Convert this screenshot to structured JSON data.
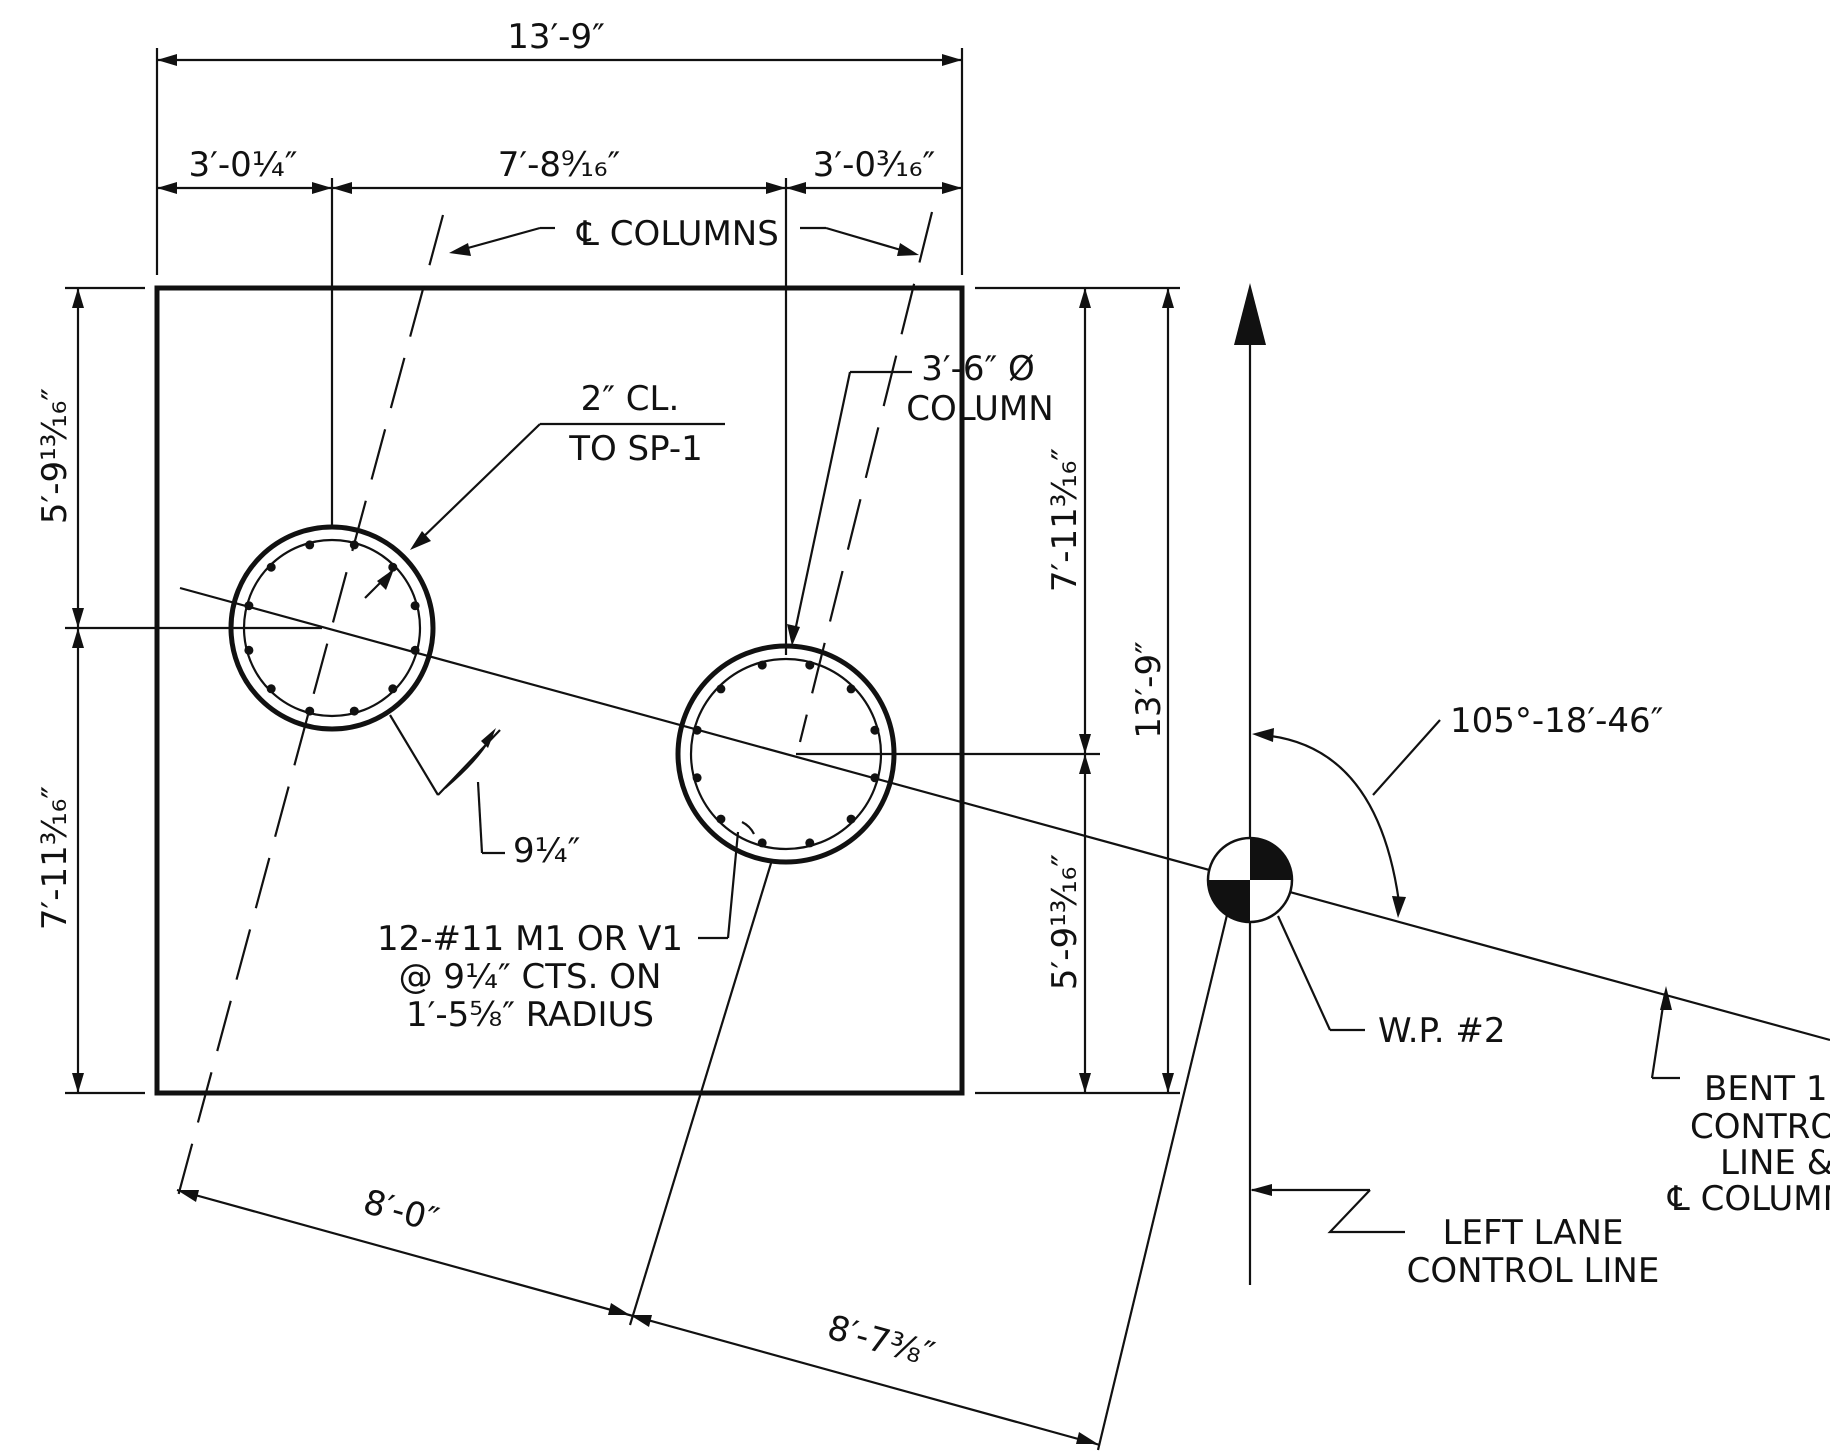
{
  "drawing": {
    "dims": {
      "overall_width": "13′-9″",
      "left_offset": "3′-0¼″",
      "column_spacing_x": "7′-8⁹⁄₁₆″",
      "right_offset": "3′-0³⁄₁₆″",
      "left_upper": "5′-9¹³⁄₁₆″",
      "left_lower": "7′-11³⁄₁₆″",
      "right_upper": "7′-11³⁄₁₆″",
      "right_lower": "5′-9¹³⁄₁₆″",
      "overall_height": "13′-9″",
      "skew_spacing_1": "8′-0″",
      "skew_spacing_2": "8′-7⅜″",
      "bar_spacing": "9¼″"
    },
    "labels": {
      "cl_columns": "℄ COLUMNS",
      "clear_line1": "2″ CL.",
      "clear_line2": "TO SP-1",
      "column_line1": "3′-6″ Ø",
      "column_line2": "COLUMN",
      "rebar_line1": "12-#11 M1 OR V1",
      "rebar_line2": "@ 9¼″ CTS. ON",
      "rebar_line3": "1′-5⅝″ RADIUS",
      "angle": "105°-18′-46″",
      "wp": "W.P. #2",
      "bent_line1": "BENT 1",
      "bent_line2": "CONTROL",
      "bent_line3": "LINE &",
      "bent_line4": "℄ COLUMNS",
      "left_lane_line1": "LEFT LANE",
      "left_lane_line2": "CONTROL LINE"
    },
    "colors": {
      "ink": "#111111",
      "paper": "#ffffff"
    }
  }
}
